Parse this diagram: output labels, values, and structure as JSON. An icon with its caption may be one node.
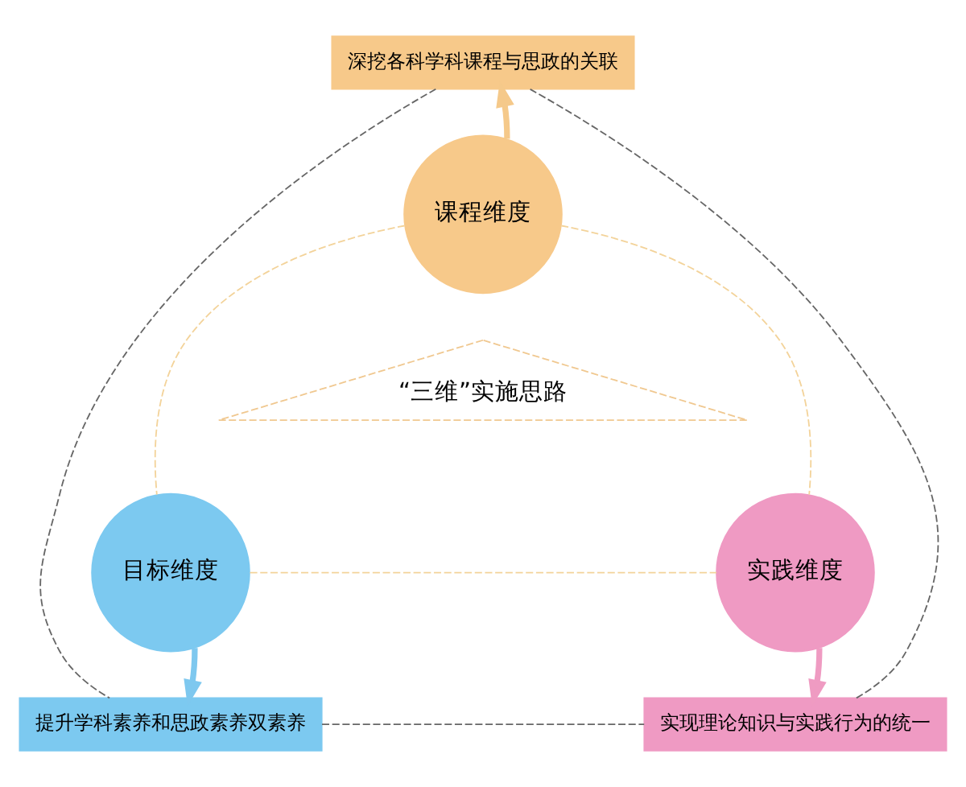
{
  "diagram": {
    "nodes": [
      {
        "text": [
          "“三维”实施思路"
        ]
      },
      {
        "text": [
          "课程维度"
        ]
      },
      {
        "text": [
          "目标维度"
        ]
      },
      {
        "text": [
          "实践维度"
        ]
      },
      {
        "text": [
          "深挖各科学科课程与思政的关联"
        ]
      },
      {
        "text": [
          "提升学科素养和思政素养双素养"
        ]
      },
      {
        "text": [
          "实现理论知识与实践行为的统一"
        ]
      }
    ],
    "edges": [
      {
        "from": 1,
        "to": 4,
        "arrow": "to",
        "style": "thick",
        "color": "#f5c98a"
      },
      {
        "from": 2,
        "to": 5,
        "arrow": "to",
        "style": "thick",
        "color": "#7ec8ef"
      },
      {
        "from": 3,
        "to": 6,
        "arrow": "to",
        "style": "thick",
        "color": "#ef9bc2"
      },
      {
        "from": 1,
        "to": 2,
        "arrow": "none",
        "style": "dashed",
        "color": "#f3d39a"
      },
      {
        "from": 1,
        "to": 3,
        "arrow": "none",
        "style": "dashed",
        "color": "#f3d39a"
      },
      {
        "from": 2,
        "to": 3,
        "arrow": "none",
        "style": "dashed",
        "color": "#f3d39a"
      },
      {
        "from": 4,
        "to": 5,
        "arrow": "none",
        "style": "dashed",
        "color": "#666666"
      },
      {
        "from": 4,
        "to": 6,
        "arrow": "none",
        "style": "dashed",
        "color": "#666666"
      },
      {
        "from": 5,
        "to": 6,
        "arrow": "none",
        "style": "dashed",
        "color": "#666666"
      }
    ]
  }
}
